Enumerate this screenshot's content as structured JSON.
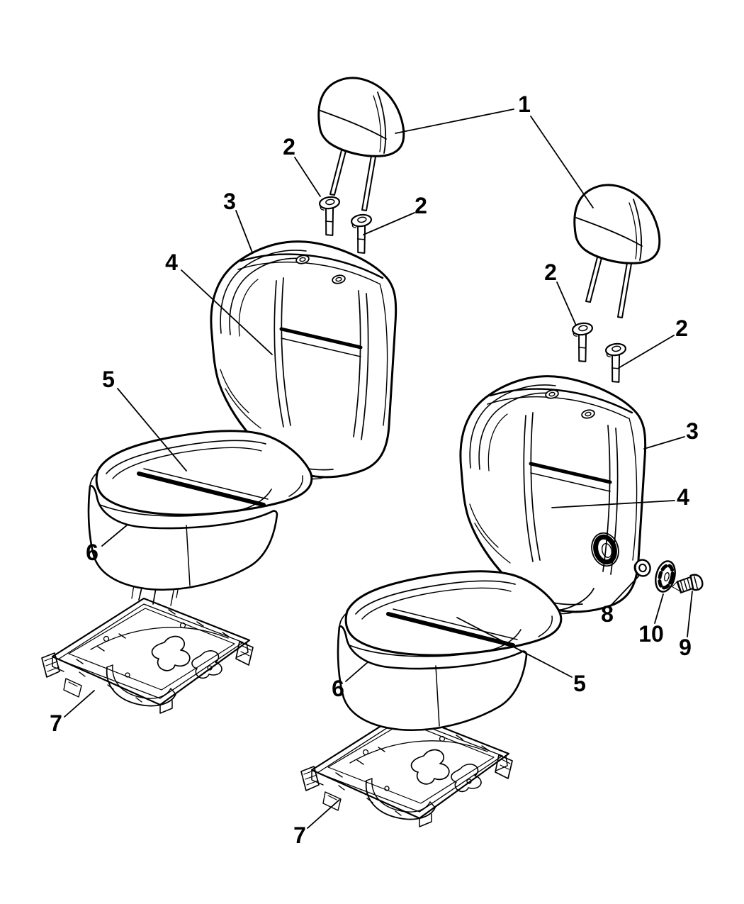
{
  "page": {
    "colors": {
      "background": "#ffffff",
      "line": "#000000"
    }
  },
  "diagram": {
    "kind": "exploded-parts-diagram",
    "subject": "front-seat-assembly",
    "callouts": [
      {
        "label": "1",
        "part": "headrest",
        "side": "both"
      },
      {
        "label": "2",
        "part": "headrest-guide",
        "side": "left"
      },
      {
        "label": "2",
        "part": "headrest-guide",
        "side": "left"
      },
      {
        "label": "3",
        "part": "seat-back-cover",
        "side": "left"
      },
      {
        "label": "4",
        "part": "seat-back-panel",
        "side": "left"
      },
      {
        "label": "5",
        "part": "seat-cushion-cover",
        "side": "left"
      },
      {
        "label": "6",
        "part": "seat-cushion",
        "side": "left"
      },
      {
        "label": "7",
        "part": "seat-adjuster-track",
        "side": "left"
      },
      {
        "label": "2",
        "part": "headrest-guide",
        "side": "right"
      },
      {
        "label": "2",
        "part": "headrest-guide",
        "side": "right"
      },
      {
        "label": "3",
        "part": "seat-back-cover",
        "side": "right"
      },
      {
        "label": "4",
        "part": "seat-back-panel",
        "side": "right"
      },
      {
        "label": "8",
        "part": "washer",
        "side": "right"
      },
      {
        "label": "10",
        "part": "handle-cap",
        "side": "right"
      },
      {
        "label": "9",
        "part": "screw",
        "side": "right"
      },
      {
        "label": "5",
        "part": "seat-cushion-cover",
        "side": "right"
      },
      {
        "label": "6",
        "part": "seat-cushion",
        "side": "right"
      },
      {
        "label": "7",
        "part": "seat-adjuster-track",
        "side": "right"
      }
    ]
  }
}
